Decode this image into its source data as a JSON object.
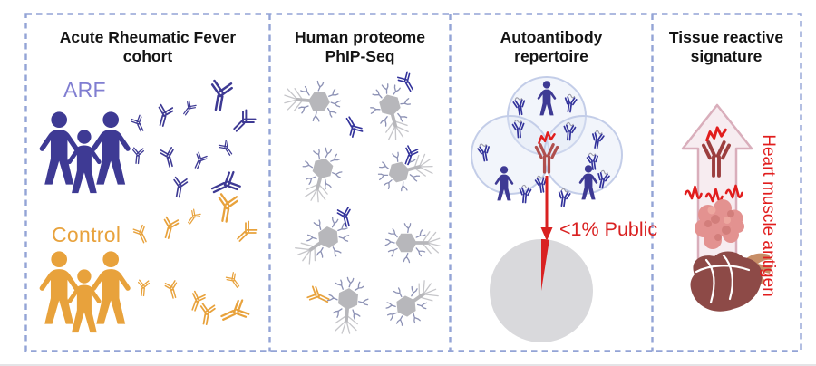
{
  "panels": {
    "cohort": {
      "title": "Acute Rheumatic Fever cohort",
      "groups": [
        {
          "label": "ARF",
          "color": "#3e3a94",
          "label_color": "#807ed1"
        },
        {
          "label": "Control",
          "color": "#e8a23c",
          "label_color": "#e8a23c"
        }
      ]
    },
    "phipseq": {
      "title": "Human proteome PhIP-Seq"
    },
    "repertoire": {
      "title": "Autoantibody repertoire",
      "annotation": "<1% Public"
    },
    "signature": {
      "title": "Tissue reactive signature",
      "label": "Heart muscle antigen"
    }
  },
  "chart_data": {
    "type": "pie",
    "title": "Autoantibody repertoire overlap",
    "slices": [
      {
        "label": "<1% Public",
        "value": 1,
        "color": "#d92121"
      },
      {
        "label": "",
        "value": 99,
        "color": "#d9d9dc"
      }
    ],
    "annotation": "<1% Public",
    "legend_position": "none"
  },
  "colors": {
    "dashed_border": "#93a4d6",
    "arf_indigo": "#3e3a94",
    "arf_label": "#807ed1",
    "control_orange": "#e8a23c",
    "antibody_navy": "#32329b",
    "phage_gray": "#b7b7bb",
    "peptide_slate": "#8d92b5",
    "venn_fill": "#dce5f4",
    "venn_border": "#c3cde8",
    "public_red": "#d92121",
    "shared_antibody_red": "#b0504e",
    "pie_gray": "#d9d9dc",
    "arrow_fill": "#f7ecf0",
    "arrow_border": "#d9aebb",
    "heart_maroon": "#8d4a47",
    "muscle_pink": "#e39290",
    "vessel_tan": "#c78e67"
  }
}
